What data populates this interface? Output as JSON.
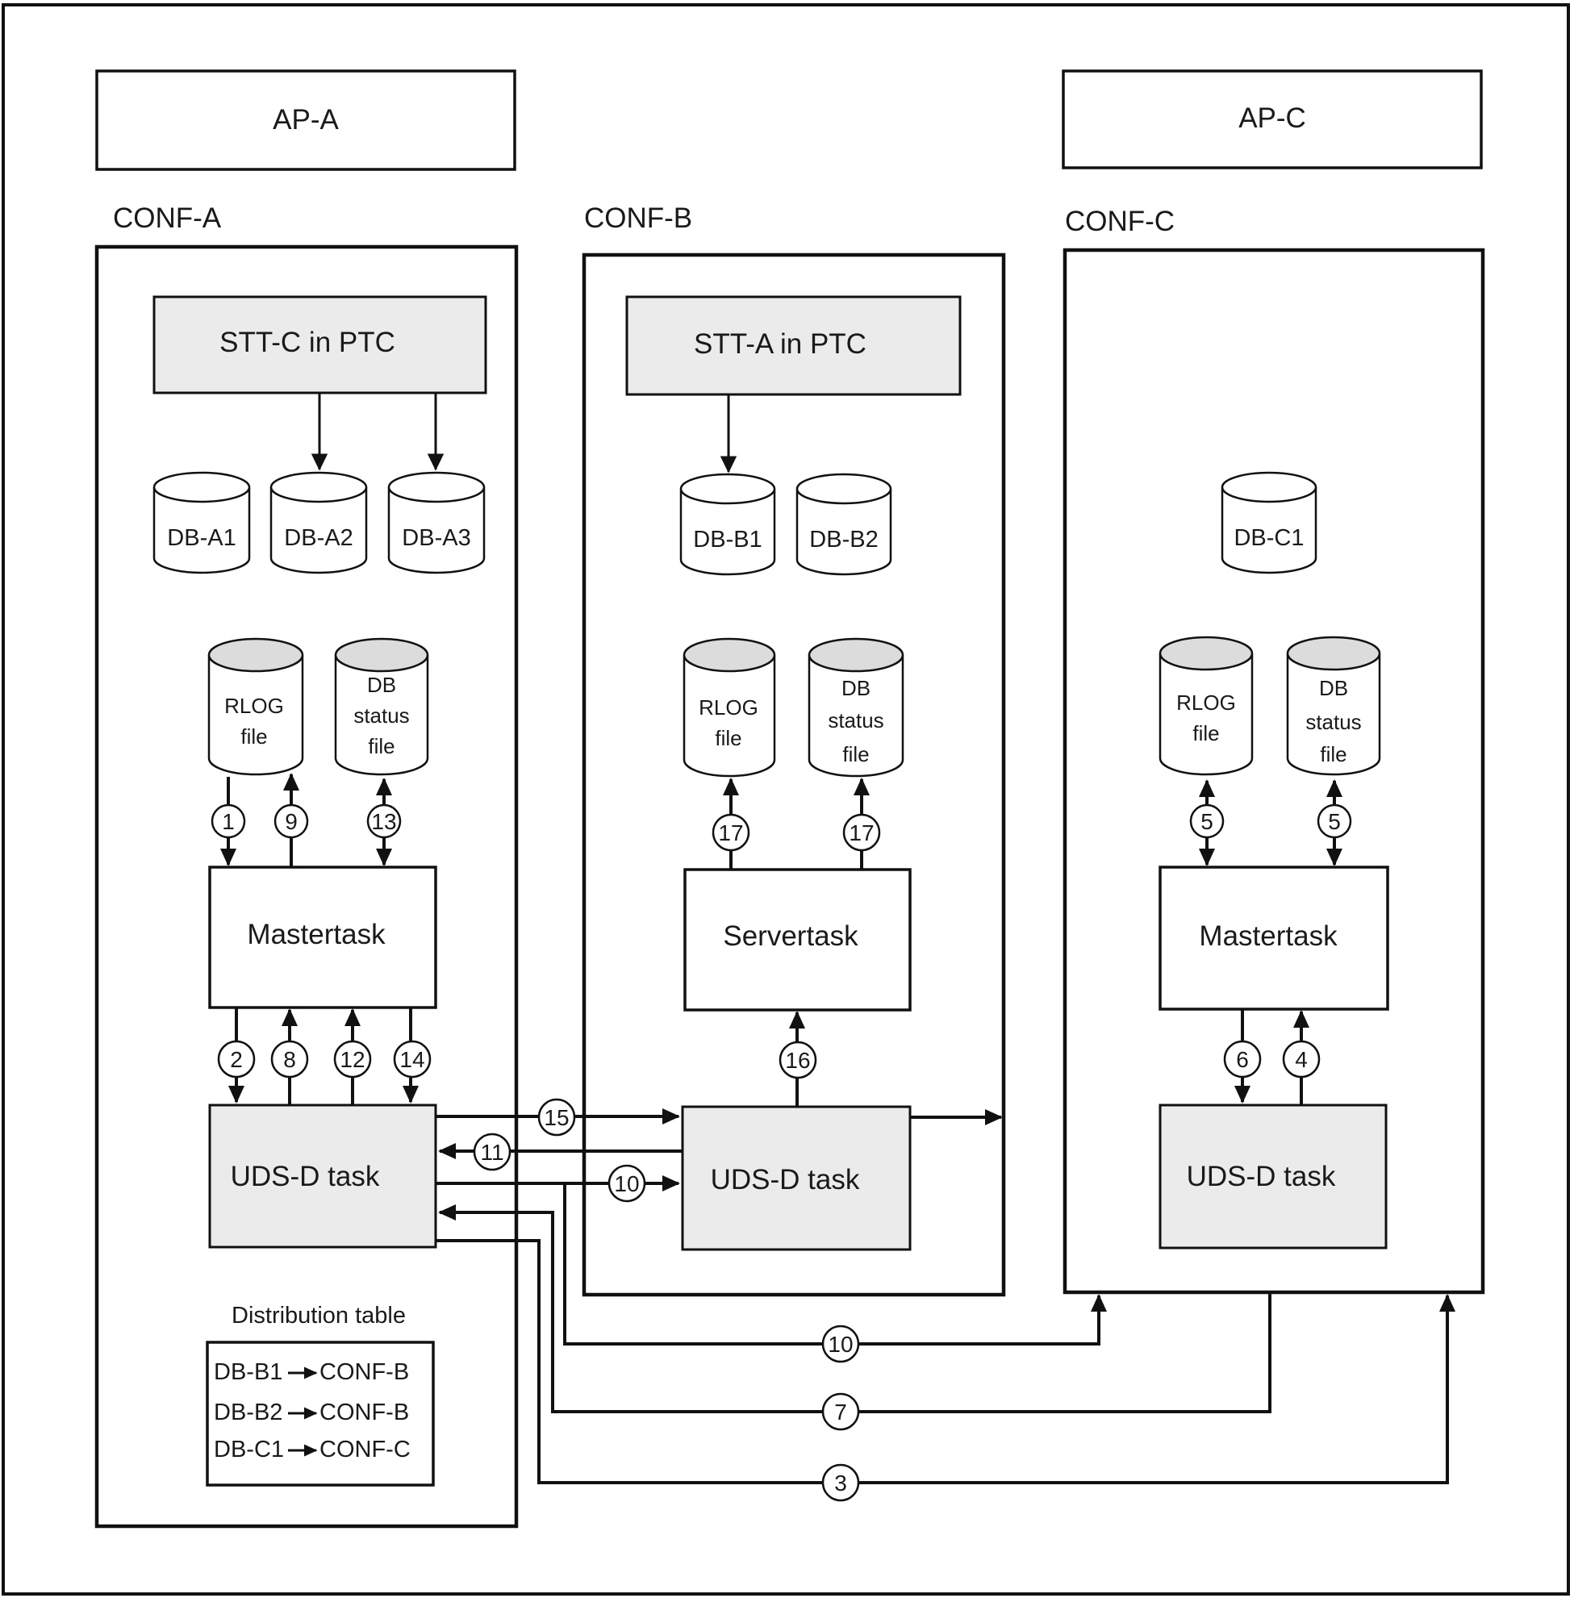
{
  "top_boxes": {
    "ap_a": "AP-A",
    "ap_c": "AP-C"
  },
  "configs": {
    "conf_a": {
      "title": "CONF-A",
      "stt": "STT-C in PTC",
      "dbs": [
        "DB-A1",
        "DB-A2",
        "DB-A3"
      ],
      "rlog": [
        "RLOG",
        "file"
      ],
      "status": [
        "DB",
        "status",
        "file"
      ],
      "task": "Mastertask",
      "uds": "UDS-D task",
      "distribution": {
        "title": "Distribution table",
        "rows": [
          {
            "from": "DB-B1",
            "to": "CONF-B"
          },
          {
            "from": "DB-B2",
            "to": "CONF-B"
          },
          {
            "from": "DB-C1",
            "to": "CONF-C"
          }
        ]
      }
    },
    "conf_b": {
      "title": "CONF-B",
      "stt": "STT-A in PTC",
      "dbs": [
        "DB-B1",
        "DB-B2"
      ],
      "rlog": [
        "RLOG",
        "file"
      ],
      "status": [
        "DB",
        "status",
        "file"
      ],
      "task": "Servertask",
      "uds": "UDS-D task"
    },
    "conf_c": {
      "title": "CONF-C",
      "dbs": [
        "DB-C1"
      ],
      "rlog": [
        "RLOG",
        "file"
      ],
      "status": [
        "DB",
        "status",
        "file"
      ],
      "task": "Mastertask",
      "uds": "UDS-D task"
    }
  },
  "steps": {
    "s1": "1",
    "s2": "2",
    "s3": "3",
    "s4": "4",
    "s5a": "5",
    "s5b": "5",
    "s6": "6",
    "s7": "7",
    "s8": "8",
    "s9": "9",
    "s10a": "10",
    "s10b": "10",
    "s11": "11",
    "s12": "12",
    "s13": "13",
    "s14": "14",
    "s15": "15",
    "s16": "16",
    "s17a": "17",
    "s17b": "17"
  }
}
